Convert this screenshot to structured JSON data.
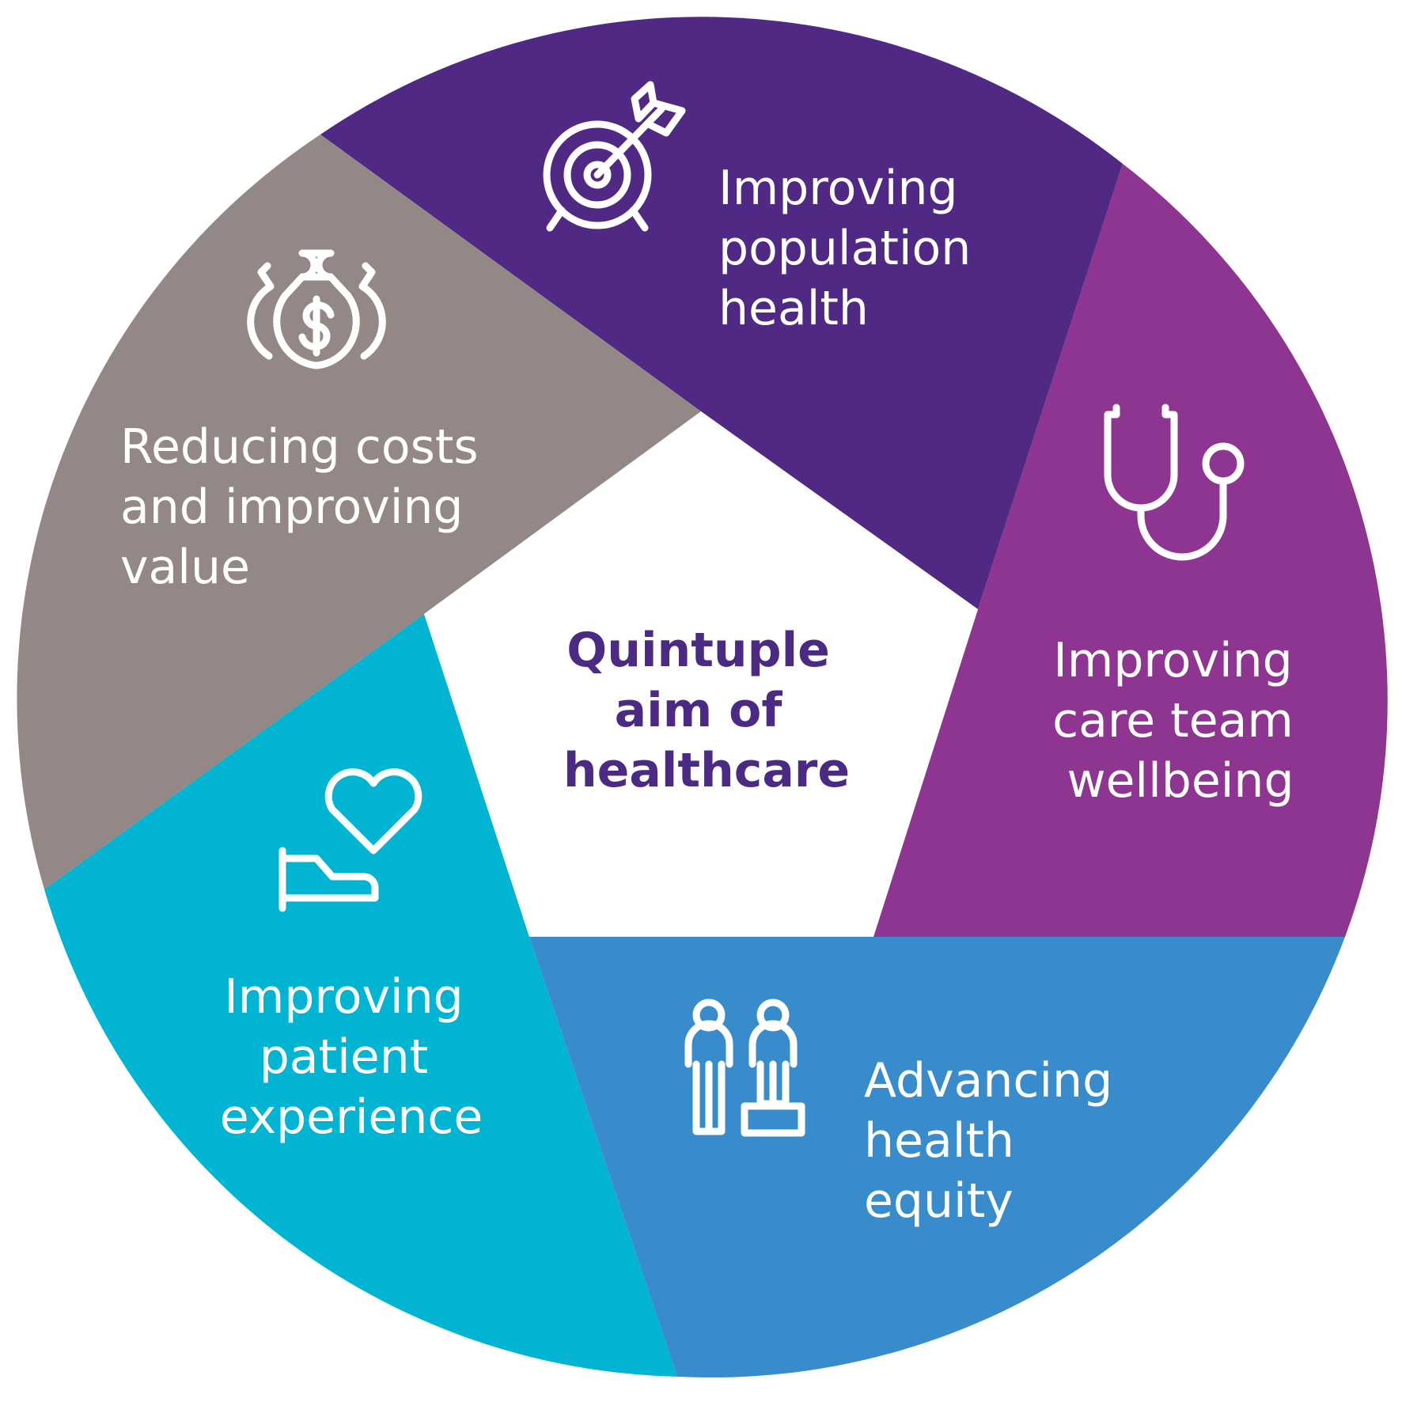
{
  "center": {
    "lines": [
      "Quintuple",
      "aim of",
      "healthcare"
    ],
    "color": "#4a2a82"
  },
  "segments": [
    {
      "key": "population",
      "lines": [
        "Improving",
        "population",
        "health"
      ],
      "color": "#502985",
      "icon": "target-arrow-icon"
    },
    {
      "key": "care-team",
      "lines": [
        "Improving",
        "care team",
        "wellbeing"
      ],
      "color": "#8e3592",
      "icon": "stethoscope-icon"
    },
    {
      "key": "equity",
      "lines": [
        "Advancing",
        "health",
        "equity"
      ],
      "color": "#398ccc",
      "icon": "people-equity-icon"
    },
    {
      "key": "patient",
      "lines": [
        "Improving",
        "patient",
        "experience"
      ],
      "color": "#00b4d2",
      "icon": "hand-heart-icon"
    },
    {
      "key": "costs",
      "lines": [
        "Reducing costs",
        "and improving",
        "value"
      ],
      "color": "#938885",
      "icon": "money-bag-icon"
    }
  ]
}
